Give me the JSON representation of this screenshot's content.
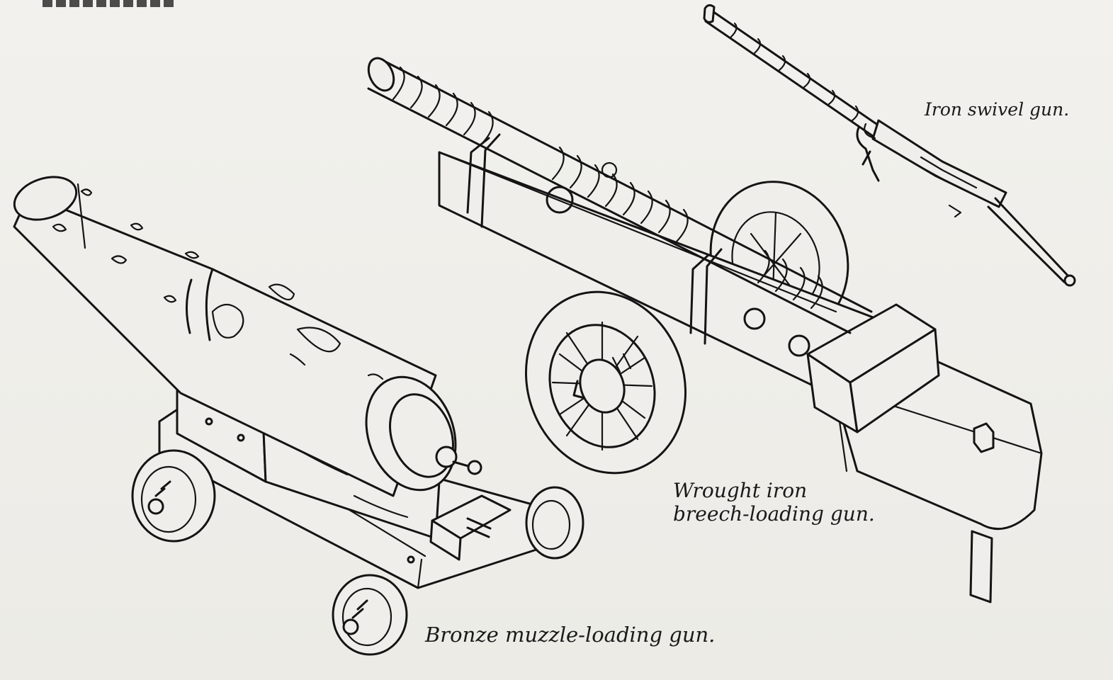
{
  "figure": {
    "captions": {
      "swivel": "Iron swivel gun.",
      "wrought_line1": "Wrought iron",
      "wrought_line2": "breech-loading gun.",
      "bronze": "Bronze muzzle-loading gun."
    },
    "items": [
      {
        "id": "swivel",
        "icon": "iron-swivel-gun-illustration"
      },
      {
        "id": "wrought",
        "icon": "wrought-iron-breech-loading-gun-illustration"
      },
      {
        "id": "bronze",
        "icon": "bronze-muzzle-loading-gun-illustration"
      }
    ],
    "colors": {
      "paper": "#efeeea",
      "ink": "#141414"
    }
  }
}
